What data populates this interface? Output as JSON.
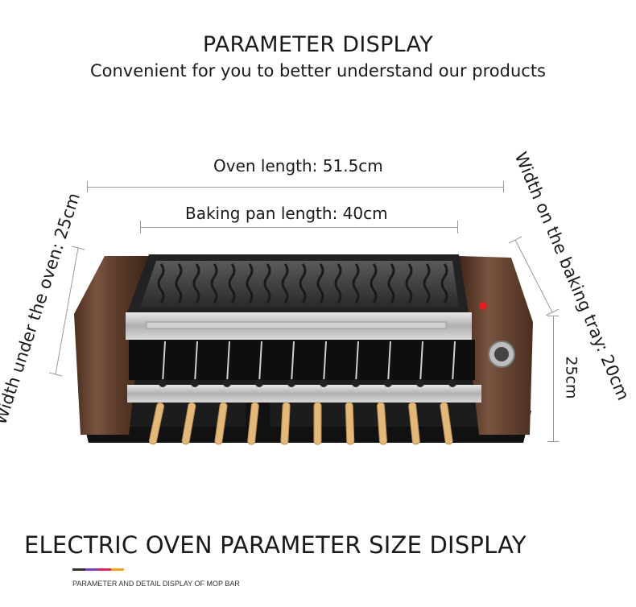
{
  "header": {
    "title": "PARAMETER DISPLAY",
    "subtitle": "Convenient for you to better understand our products"
  },
  "dimensions": {
    "oven_length": "Oven length: 51.5cm",
    "baking_pan_length": "Baking pan length: 40cm",
    "width_under_oven": "Width under the oven: 25cm",
    "width_on_tray": "Width on the baking tray: 20cm",
    "height": "25cm"
  },
  "footer": {
    "title": "ELECTRIC OVEN PARAMETER SIZE DISPLAY",
    "subtitle": "PARAMETER AND DETAIL DISPLAY OF MOP BAR"
  },
  "colors": {
    "wood": "#6b4632",
    "body": "#1c1c1c",
    "stripe_1": "#333333",
    "stripe_2": "#7b3fc4",
    "stripe_3": "#e0245e",
    "stripe_4": "#f3a21a"
  }
}
